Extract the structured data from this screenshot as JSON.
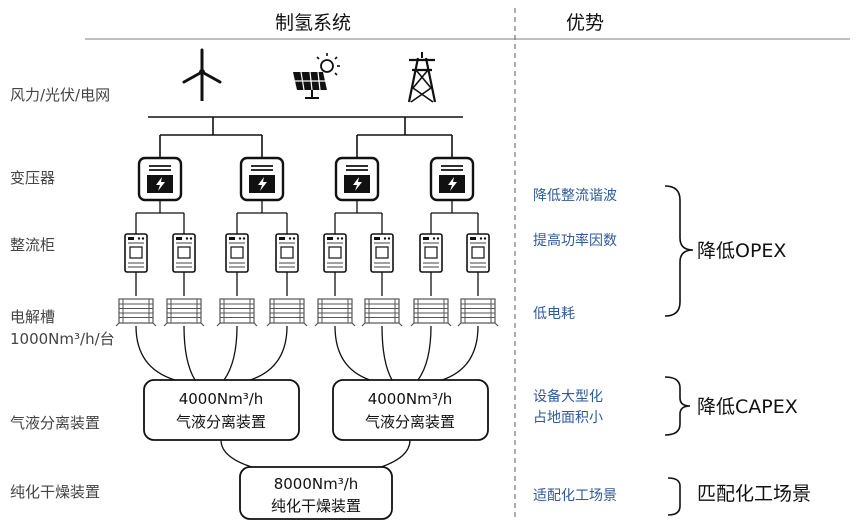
{
  "headers": {
    "system": "制氢系统",
    "advantages": "优势"
  },
  "row_labels": {
    "power": "风力/光伏/电网",
    "transformer": "变压器",
    "rectifier": "整流柜",
    "electrolyzer_1": "电解槽",
    "electrolyzer_2": "1000Nm³/h/台",
    "separator": "气液分离装置",
    "purifier": "纯化干燥装置"
  },
  "sources": {
    "wind": "wind-turbine-icon",
    "solar": "solar-panel-icon",
    "grid": "power-tower-icon"
  },
  "separator_boxes": [
    {
      "capacity": "4000Nm³/h",
      "name": "气液分离装置"
    },
    {
      "capacity": "4000Nm³/h",
      "name": "气液分离装置"
    }
  ],
  "purifier_box": {
    "capacity": "8000Nm³/h",
    "name": "纯化干燥装置"
  },
  "advantages": {
    "opex_items": [
      "降低整流谐波",
      "提高功率因数",
      "低电耗"
    ],
    "opex_label": "降低OPEX",
    "capex_items": [
      "设备大型化",
      "占地面积小"
    ],
    "capex_label": "降低CAPEX",
    "scene_items": [
      "适配化工场景"
    ],
    "scene_label": "匹配化工场景"
  },
  "colors": {
    "advantage_text": "#2e5a9c",
    "line": "#111111",
    "divider": "#777777"
  }
}
